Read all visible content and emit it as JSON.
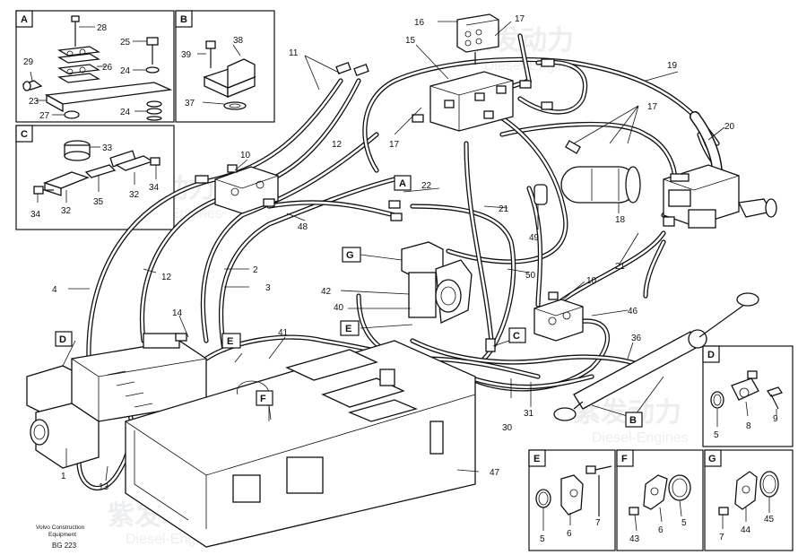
{
  "watermark": {
    "cn": "紫发动力",
    "en": "Diesel-Engines"
  },
  "footer": {
    "brand_line1": "Volvo Construction",
    "brand_line2": "Equipment",
    "code": "BG 223"
  },
  "insets": {
    "A": {
      "letter": "A",
      "labels": [
        "28",
        "25",
        "29",
        "26",
        "24",
        "23",
        "24",
        "27"
      ]
    },
    "B": {
      "letter": "B",
      "labels": [
        "38",
        "39",
        "37"
      ]
    },
    "C": {
      "letter": "C",
      "labels": [
        "33",
        "34",
        "32",
        "35",
        "34",
        "32"
      ]
    },
    "D": {
      "letter": "D",
      "labels": [
        "5",
        "8",
        "9"
      ]
    },
    "E": {
      "letter": "E",
      "labels": [
        "7",
        "5",
        "6"
      ]
    },
    "F": {
      "letter": "F",
      "labels": [
        "43",
        "6",
        "5"
      ]
    },
    "G": {
      "letter": "G",
      "labels": [
        "7",
        "44",
        "45"
      ]
    }
  },
  "callouts": {
    "main": [
      "16",
      "17",
      "15",
      "11",
      "19",
      "17",
      "12",
      "17",
      "20",
      "10",
      "22",
      "21",
      "18",
      "48",
      "49",
      "2",
      "50",
      "3",
      "42",
      "40",
      "10",
      "46",
      "21",
      "14",
      "41",
      "36",
      "30",
      "31",
      "1",
      "13",
      "47",
      "4",
      "12"
    ],
    "letters": [
      "A",
      "G",
      "E",
      "C",
      "D",
      "E",
      "F",
      "B"
    ]
  }
}
